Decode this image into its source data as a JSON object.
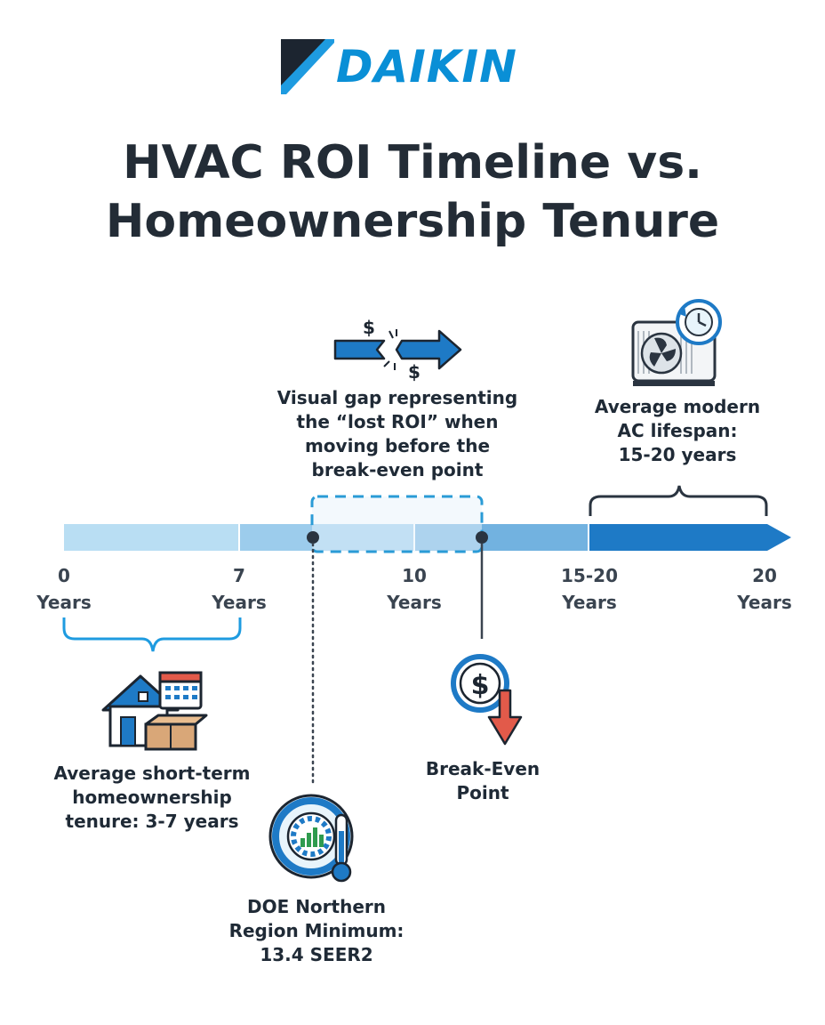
{
  "brand": {
    "name": "DAIKIN",
    "color": "#0a8fd6"
  },
  "title": {
    "line1": "HVAC ROI Timeline vs.",
    "line2": "Homeownership Tenure"
  },
  "timeline": {
    "ticks": [
      {
        "value": "0",
        "unit": "Years"
      },
      {
        "value": "7",
        "unit": "Years"
      },
      {
        "value": "10",
        "unit": "Years"
      },
      {
        "value": "15-20",
        "unit": "Years"
      },
      {
        "value": "20",
        "unit": "Years"
      }
    ],
    "colors": {
      "light": "#a8d5ef",
      "mid": "#6fb3e0",
      "dark": "#1e7ac6",
      "accent": "#0a6fba"
    }
  },
  "annotations": {
    "lost_roi": {
      "lines": [
        "Visual gap representing",
        "the “lost ROI” when",
        "moving before the",
        "break-even point"
      ]
    },
    "lifespan": {
      "lines": [
        "Average modern",
        "AC lifespan:",
        "15-20 years"
      ]
    },
    "tenure": {
      "lines": [
        "Average short-term",
        "homeownership",
        "tenure: 3-7 years"
      ]
    },
    "break_even": {
      "lines": [
        "Break-Even",
        "Point"
      ]
    },
    "doe": {
      "lines": [
        "DOE Northern",
        "Region Minimum:",
        "13.4 SEER2"
      ]
    }
  },
  "icons": {
    "money_arrow": "broken-money-arrow-icon",
    "ac_unit": "ac-unit-clock-icon",
    "house": "house-calendar-boxes-icon",
    "dollar_down": "dollar-down-arrow-icon",
    "doe_seal": "doe-seal-thermometer-icon"
  },
  "symbols": {
    "dollar": "$"
  }
}
